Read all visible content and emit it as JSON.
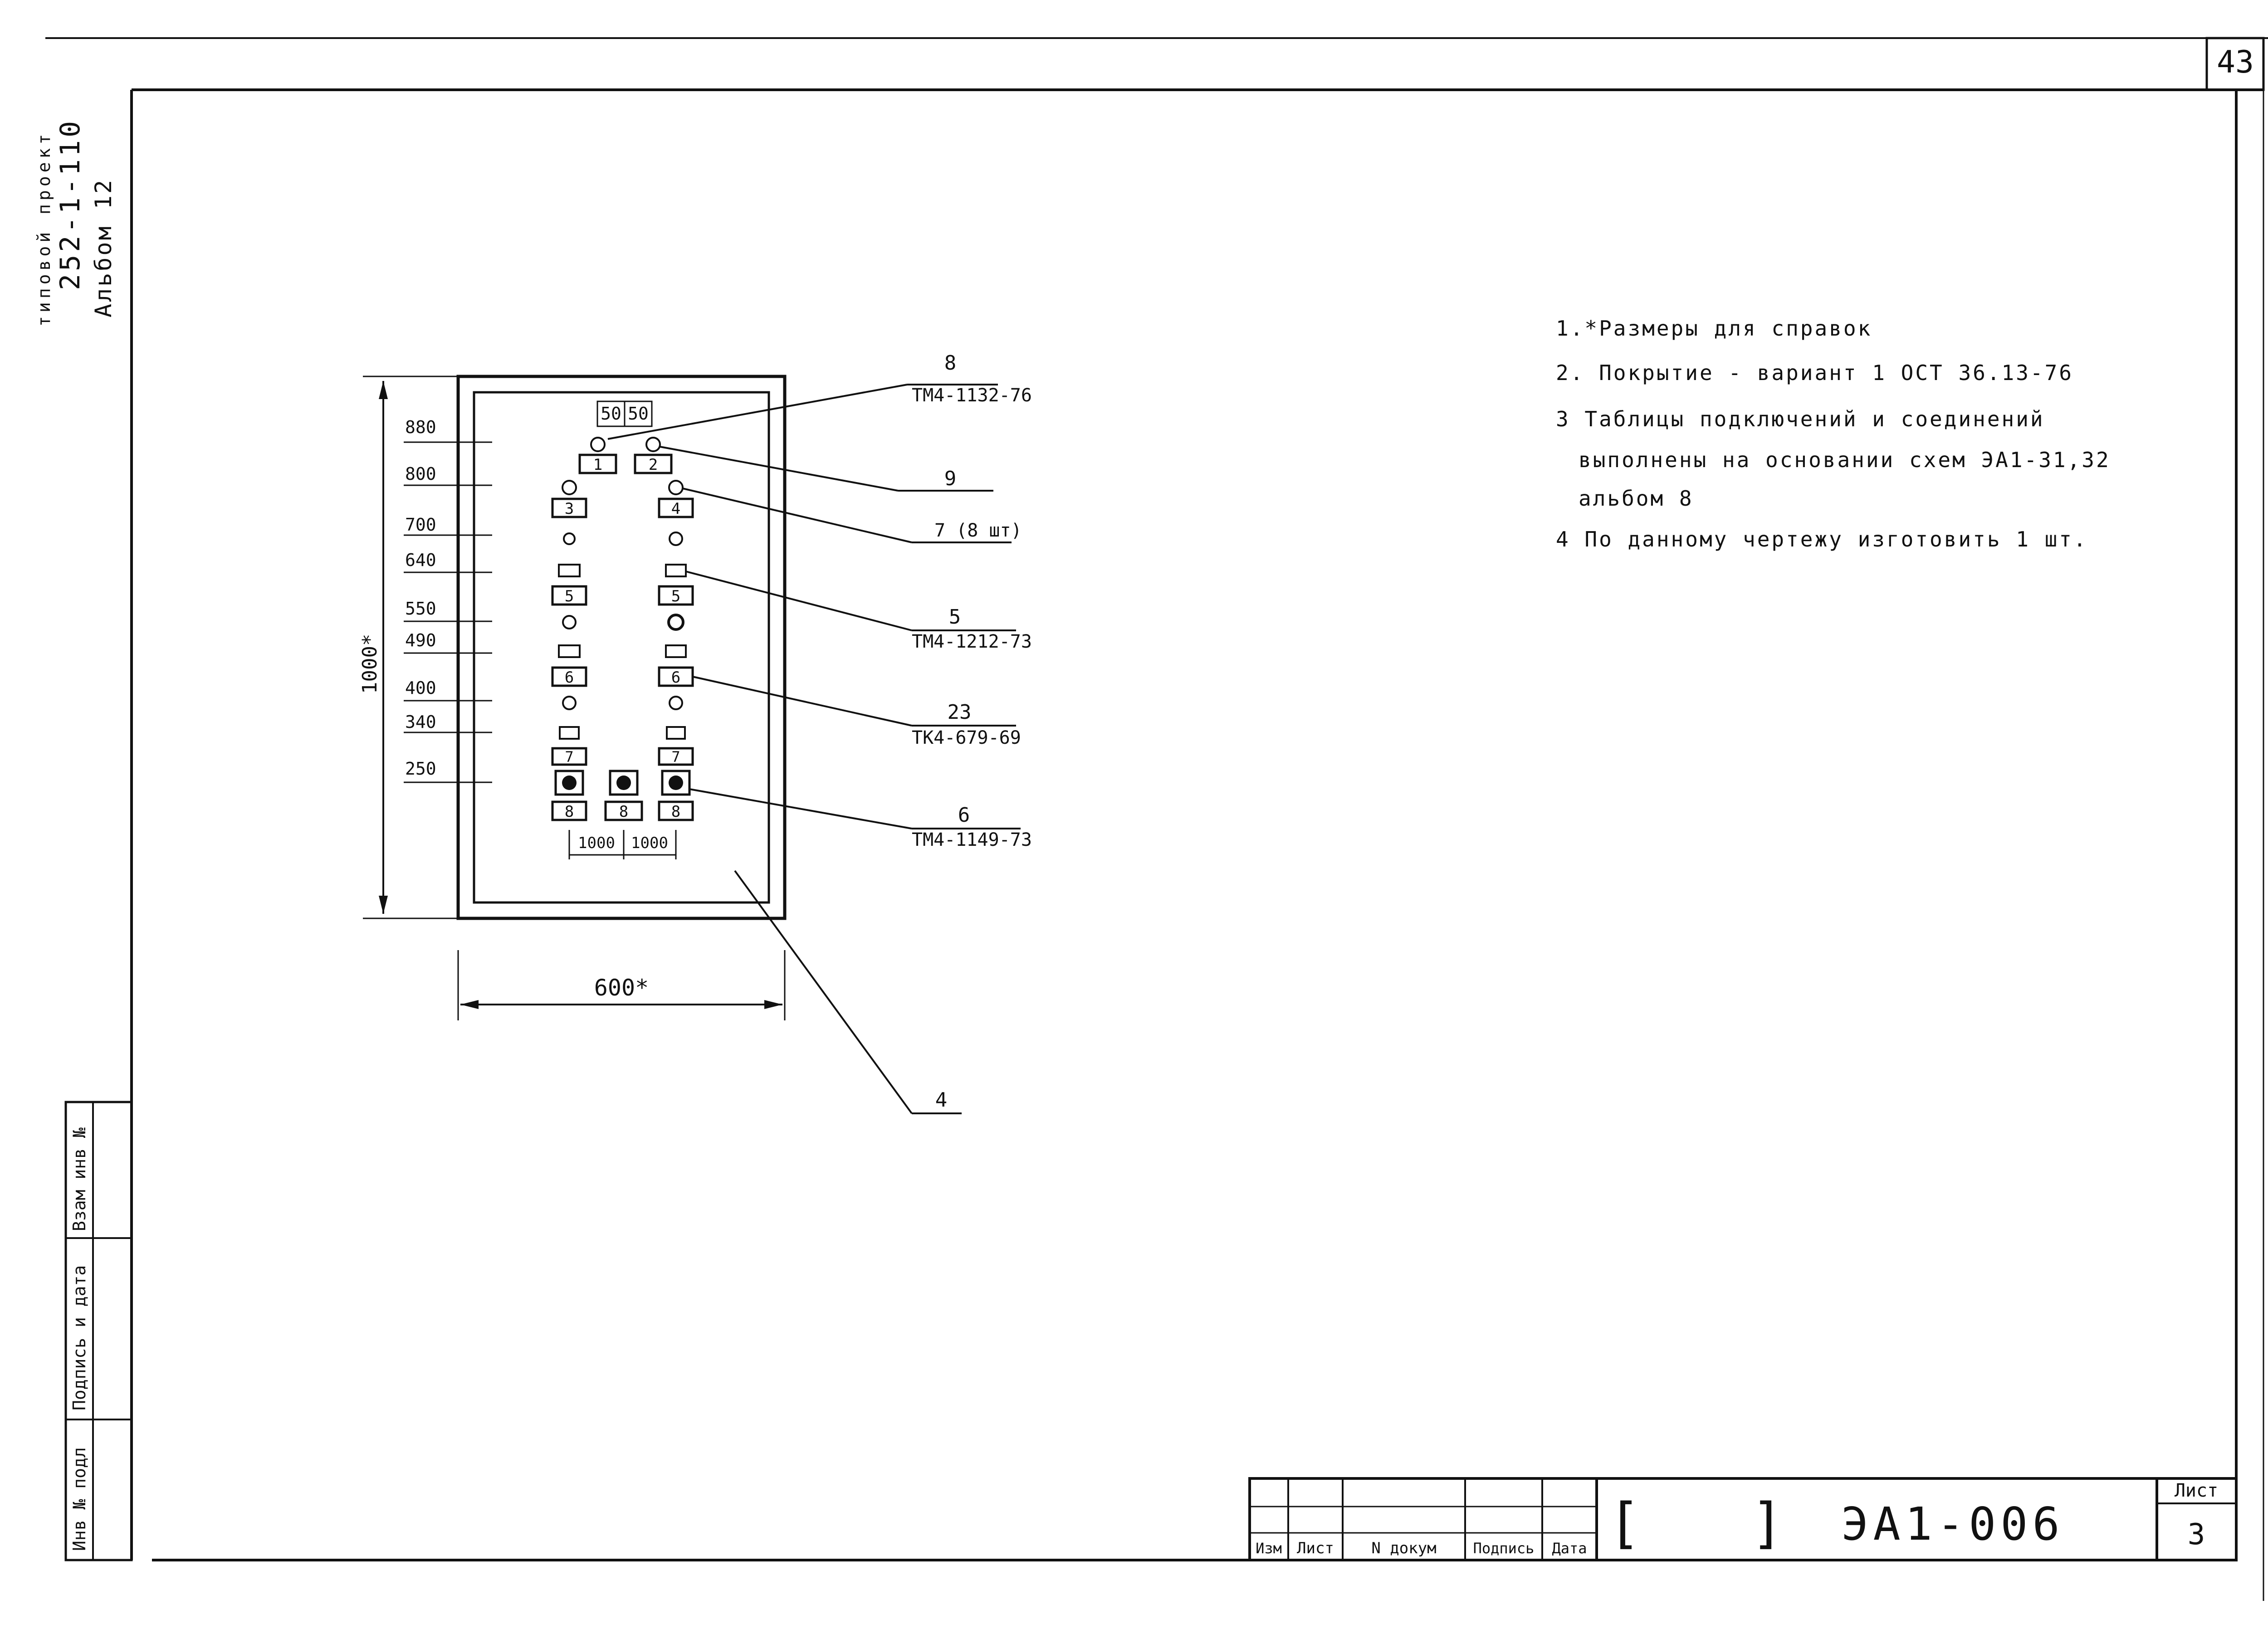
{
  "sheet_corner_number": "43",
  "side_stamp": {
    "line1": "типовой проект",
    "line2": "252-1-110",
    "line3": "Альбом 12"
  },
  "side_table": {
    "inv_no_orig": "Инв № подл",
    "sign_date": "Подпись и дата",
    "replace_inv": "Взам инв №"
  },
  "panel": {
    "left_dims": [
      "880",
      "800",
      "700",
      "640",
      "550",
      "490",
      "400",
      "340",
      "250"
    ],
    "top_dim_left": "50",
    "top_dim_right": "50",
    "height_dim": "1000*",
    "width_dim": "600*",
    "bottom_dim_left": "1000",
    "bottom_dim_right": "1000",
    "left_column_labels": [
      "3",
      "5",
      "6",
      "7",
      "8"
    ],
    "right_column_labels": [
      "4",
      "5",
      "6",
      "7",
      "8"
    ],
    "top_labels": [
      "1",
      "2"
    ],
    "center_bottom_label": "8"
  },
  "callouts": [
    {
      "num": "8",
      "doc": "ТМ4-1132-76"
    },
    {
      "num": "9",
      "doc": ""
    },
    {
      "num": "7 (8 шт)",
      "doc": ""
    },
    {
      "num": "5",
      "doc": "ТМ4-1212-73"
    },
    {
      "num": "23",
      "doc": "ТК4-679-69"
    },
    {
      "num": "6",
      "doc": "ТМ4-1149-73"
    },
    {
      "num": "4",
      "doc": ""
    }
  ],
  "notes": [
    "1.*Размеры для справок",
    "2. Покрытие - вариант 1 ОСТ 36.13-76",
    "3 Таблицы подключений и соединений",
    "выполнены на основании схем ЭА1-31,32",
    "альбом 8",
    "4 По данному чертежу изготовить 1 шт."
  ],
  "title_block": {
    "col_izm": "Изм",
    "col_list": "Лист",
    "col_doc": "N докум",
    "col_sign": "Подпись",
    "col_date": "Дата",
    "bracket_left": "[",
    "bracket_right": "]",
    "designation": "ЭА1-006",
    "sheet_label": "Лист",
    "sheet_number": "3"
  }
}
